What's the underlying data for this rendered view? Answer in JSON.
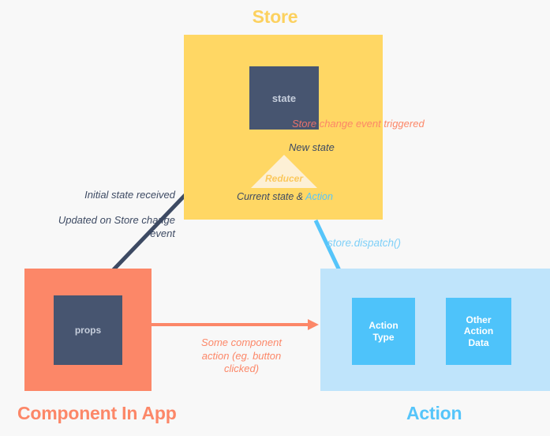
{
  "diagram": {
    "title_store": "Store",
    "title_component": "Component In App",
    "title_action": "Action",
    "state_box_label": "state",
    "props_box_label": "props",
    "reducer_label": "Reducer",
    "action_type_label": "Action\nType",
    "other_action_label": "Other\nAction\nData",
    "note_initial_state": "Initial state received",
    "note_updated_on_store": "Updated on Store change\nevent",
    "note_new_state": "New state",
    "note_store_change_keyword": "Store",
    "note_store_change_rest": " change event triggered",
    "note_current_state_prefix": "Current state & ",
    "note_current_state_keyword": "Action",
    "note_dispatch": "store.dispatch()",
    "note_some_component_action": "Some component\naction (eg. button\nclicked)"
  },
  "colors": {
    "background": "#F8F8F8",
    "store_yellow": "#FFD764",
    "store_title_yellow": "#FCD15F",
    "reducer_cream": "#FDF0D5",
    "reducer_text": "#FBC85C",
    "navy": "#475570",
    "navy_text": "#C6CEDC",
    "note_dark": "#3D4A63",
    "orange": "#FC8768",
    "orange_keyword": "#E8726B",
    "action_light_blue": "#BFE4FB",
    "action_bright_blue": "#4EC3FA",
    "action_title_blue": "#56C5FA",
    "dispatch_blue": "#7FD0F8",
    "pulse_core": "#FF7A45"
  }
}
